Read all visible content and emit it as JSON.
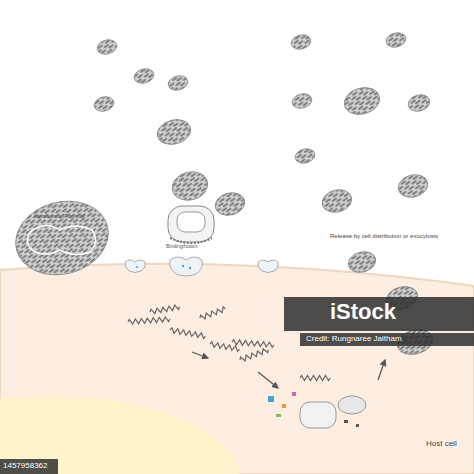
{
  "diagram": {
    "labels": [
      "Variola virus (Poxvirus)",
      "Binding/fusion",
      "Release by cell distribution or exocytosis",
      "Host cell",
      "iStock",
      "Credit: Rungnaree Jaitham",
      "1457958362"
    ]
  }
}
